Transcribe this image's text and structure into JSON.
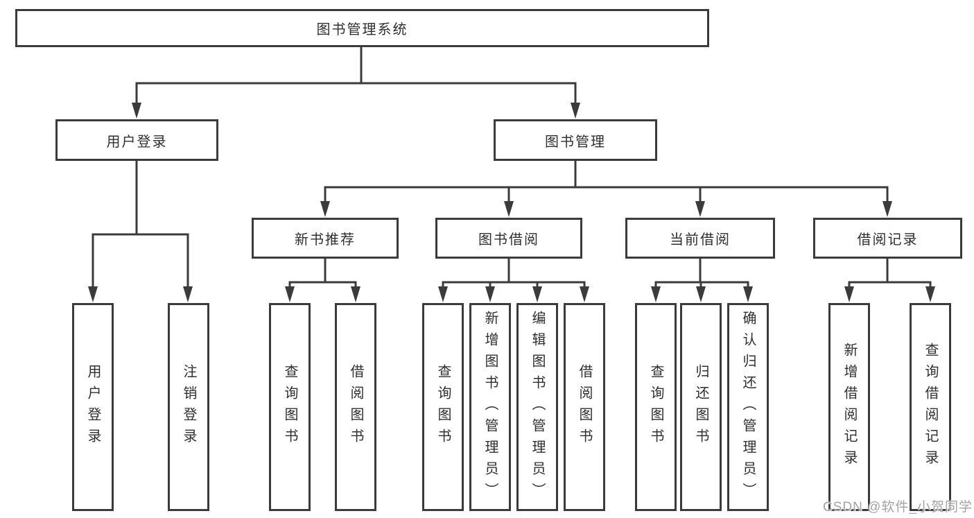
{
  "diagram": {
    "root": {
      "label": "图书管理系统"
    },
    "branches": [
      {
        "label": "用户登录",
        "children": [
          {
            "label": "用户登录"
          },
          {
            "label": "注销登录"
          }
        ]
      },
      {
        "label": "图书管理",
        "children": [
          {
            "label": "新书推荐",
            "children": [
              {
                "label": "查询图书"
              },
              {
                "label": "借阅图书"
              }
            ]
          },
          {
            "label": "图书借阅",
            "children": [
              {
                "label": "查询图书"
              },
              {
                "label": "新增图书（管理员）"
              },
              {
                "label": "编辑图书（管理员）"
              },
              {
                "label": "借阅图书"
              }
            ]
          },
          {
            "label": "当前借阅",
            "children": [
              {
                "label": "查询图书"
              },
              {
                "label": "归还图书"
              },
              {
                "label": "确认归还（管理员）"
              }
            ]
          },
          {
            "label": "借阅记录",
            "children": [
              {
                "label": "新增借阅记录"
              },
              {
                "label": "查询借阅记录"
              }
            ]
          }
        ]
      }
    ]
  },
  "watermark": "CSDN @软件_小贺同学",
  "colors": {
    "line": "#3b3b3b",
    "text": "#2f2f2f",
    "background": "#ffffff",
    "watermark": "#a3a3a3"
  }
}
